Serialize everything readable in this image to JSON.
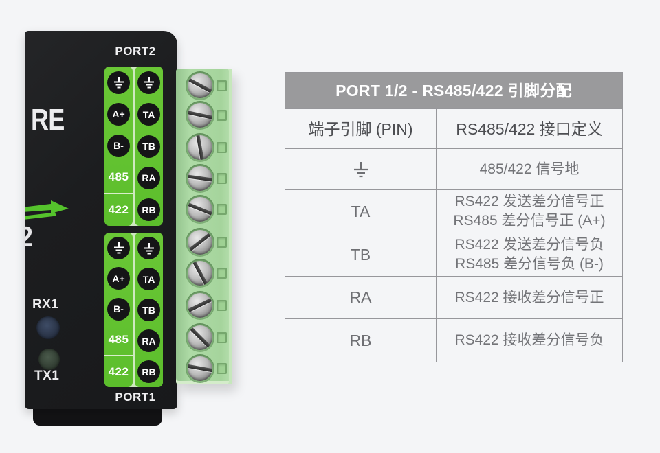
{
  "page": {
    "background": "#f4f5f7"
  },
  "device": {
    "brand_fragment": "RE",
    "model_fragment": "2",
    "rx_label": "RX1",
    "tx_label": "TX1",
    "colors": {
      "panel_green": "#61c231",
      "body_black": "#1c1d1f",
      "arrow_green": "#55c32c",
      "rx_led": "#2f3c53",
      "tx_led": "#3b4a3c"
    },
    "ports": [
      {
        "label": "PORT2",
        "ground_icon": "earth-ground",
        "left_pins": [
          "A+",
          "B-"
        ],
        "mode_labels": [
          "485",
          "422"
        ],
        "right_pins": [
          "TA",
          "TB",
          "RA",
          "RB"
        ]
      },
      {
        "label": "PORT1",
        "ground_icon": "earth-ground",
        "left_pins": [
          "A+",
          "B-"
        ],
        "mode_labels": [
          "485",
          "422"
        ],
        "right_pins": [
          "TA",
          "TB",
          "RA",
          "RB"
        ]
      }
    ]
  },
  "terminal_block": {
    "screw_count": 10,
    "color": "#a8d79f"
  },
  "table": {
    "title": "PORT 1/2 - RS485/422 引脚分配",
    "header_bg": "#9a9a9c",
    "columns": [
      "端子引脚 (PIN)",
      "RS485/422 接口定义"
    ],
    "rows": [
      {
        "pin": "",
        "pin_icon": "earth-ground",
        "definitions": [
          "485/422 信号地"
        ]
      },
      {
        "pin": "TA",
        "definitions": [
          "RS422 发送差分信号正",
          "RS485 差分信号正 (A+)"
        ]
      },
      {
        "pin": "TB",
        "definitions": [
          "RS422 发送差分信号负",
          "RS485 差分信号负 (B-)"
        ]
      },
      {
        "pin": "RA",
        "definitions": [
          "RS422 接收差分信号正"
        ]
      },
      {
        "pin": "RB",
        "definitions": [
          "RS422 接收差分信号负"
        ]
      }
    ]
  }
}
